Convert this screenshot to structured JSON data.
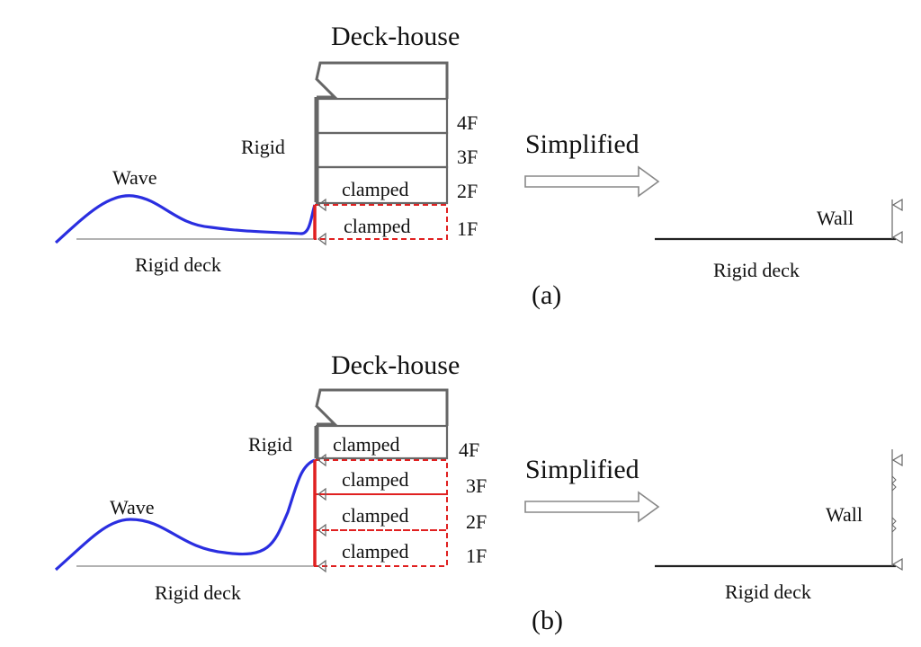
{
  "panels": {
    "a": {
      "tag": "(a)",
      "deckhouse_label": "Deck-house",
      "rigid_label": "Rigid",
      "wave_label": "Wave",
      "deck_label": "Rigid deck",
      "floors": [
        "4F",
        "3F",
        "2F",
        "1F"
      ],
      "clamped": [
        "clamped",
        "clamped"
      ],
      "simplified_label": "Simplified",
      "wall_label": "Wall",
      "simplified_deck_label": "Rigid deck"
    },
    "b": {
      "tag": "(b)",
      "deckhouse_label": "Deck-house",
      "rigid_label": "Rigid",
      "wave_label": "Wave",
      "deck_label": "Rigid deck",
      "floors": [
        "4F",
        "3F",
        "2F",
        "1F"
      ],
      "clamped": [
        "clamped",
        "clamped",
        "clamped",
        "clamped"
      ],
      "simplified_label": "Simplified",
      "wall_label": "Wall",
      "simplified_deck_label": "Rigid deck"
    }
  },
  "colors": {
    "wave": "#2a2ee0",
    "clamp": "#e02020",
    "structure": "#666666",
    "text": "#111111"
  }
}
